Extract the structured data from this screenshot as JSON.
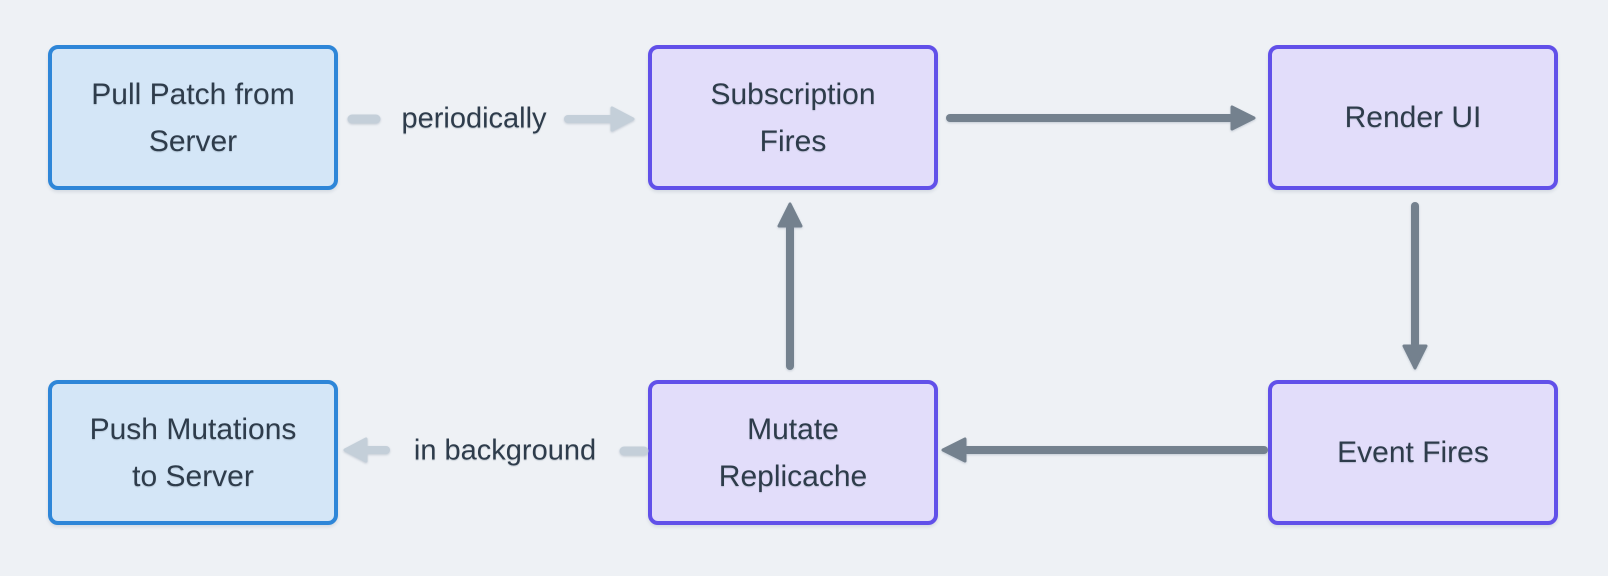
{
  "diagram": {
    "nodes": {
      "pull_patch": {
        "label": "Pull Patch from\nServer"
      },
      "subscription_fires": {
        "label": "Subscription\nFires"
      },
      "render_ui": {
        "label": "Render UI"
      },
      "event_fires": {
        "label": "Event Fires"
      },
      "mutate_replicache": {
        "label": "Mutate\nReplicache"
      },
      "push_mutations": {
        "label": "Push Mutations\nto Server"
      }
    },
    "edge_labels": {
      "periodically": "periodically",
      "in_background": "in background"
    },
    "colors": {
      "background": "#eef1f5",
      "blue_node_fill": "#d4e6f7",
      "blue_node_border": "#2e86d8",
      "purple_node_fill": "#e2ddfa",
      "purple_node_border": "#6150e9",
      "arrow_strong": "#74818e",
      "arrow_light": "#c4cfd9",
      "text": "#2e3c4b"
    }
  }
}
